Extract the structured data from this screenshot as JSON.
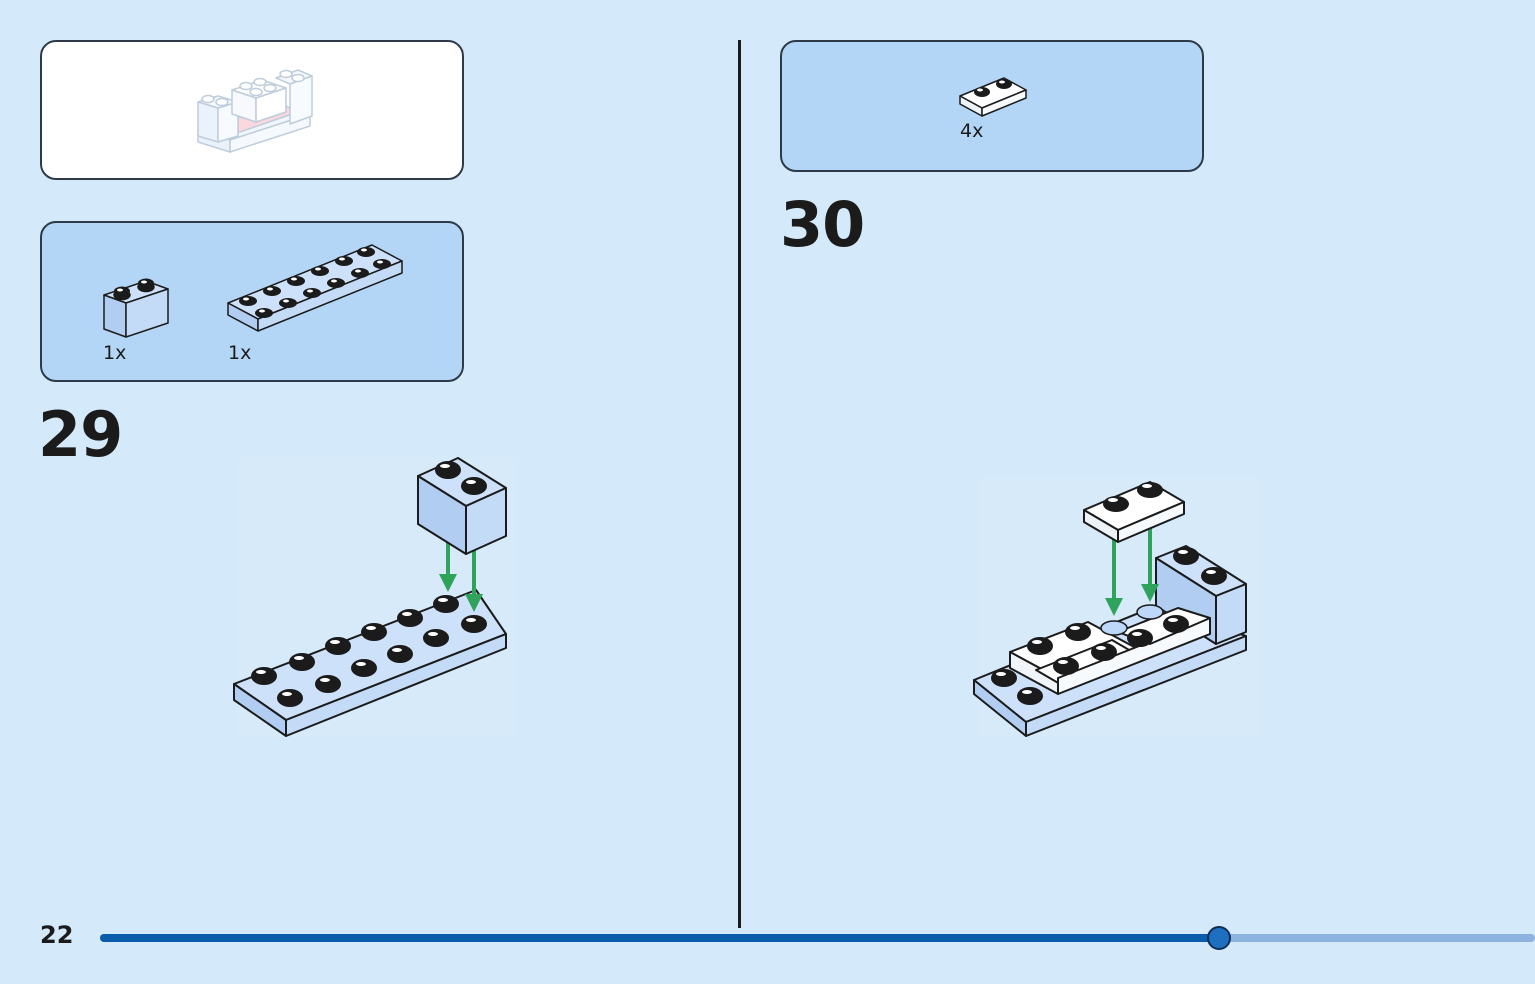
{
  "page": {
    "number": "22",
    "progress": 0.78
  },
  "left_page": {
    "parts": [
      {
        "name": "brick-1x2",
        "qty": "1x"
      },
      {
        "name": "plate-2x6",
        "qty": "1x"
      }
    ],
    "step": "29"
  },
  "right_page": {
    "parts": [
      {
        "name": "plate-1x2",
        "qty": "4x"
      }
    ],
    "step": "30"
  },
  "colors": {
    "background": "#d4eafa",
    "parts_panel": "#b3d6f6",
    "light_blue_brick": "#bcd7f8",
    "white_brick": "#ffffff",
    "arrow": "#2fa35c",
    "progress": "#0a5dab"
  }
}
